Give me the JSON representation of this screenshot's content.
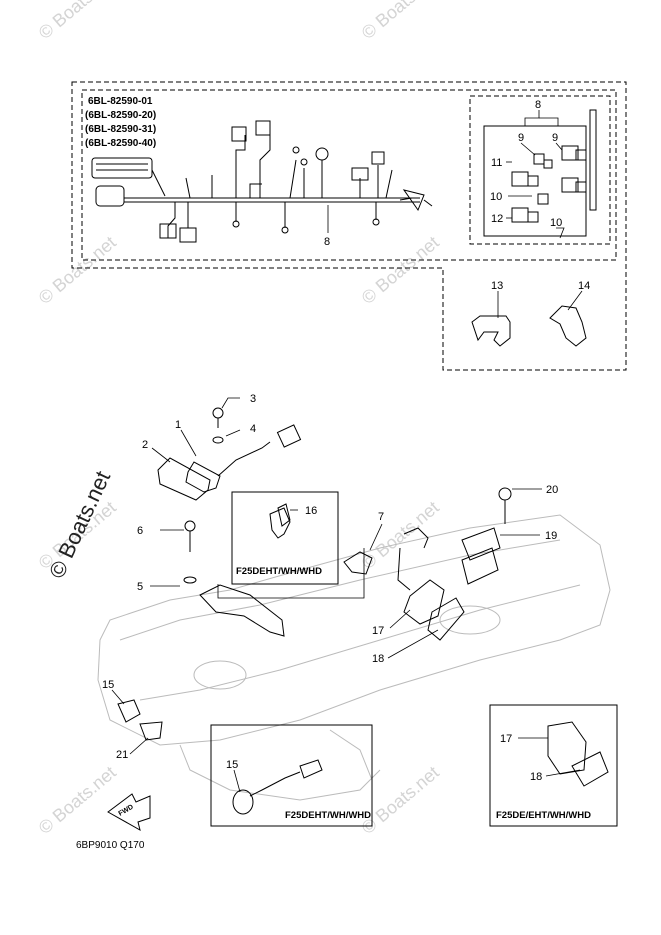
{
  "watermark": {
    "text": "© Boats.net",
    "side_text": "© Boats.net"
  },
  "kit": {
    "part_numbers": [
      "6BL-82590-01",
      "(6BL-82590-20)",
      "(6BL-82590-31)",
      "(6BL-82590-40)"
    ]
  },
  "callouts": {
    "c1": "1",
    "c2": "2",
    "c3": "3",
    "c4": "4",
    "c5": "5",
    "c6": "6",
    "c7": "7",
    "c8": "8",
    "c8b": "8",
    "c9a": "9",
    "c9b": "9",
    "c10a": "10",
    "c10b": "10",
    "c11": "11",
    "c12": "12",
    "c13": "13",
    "c14": "14",
    "c15": "15",
    "c15b": "15",
    "c16": "16",
    "c17": "17",
    "c17b": "17",
    "c18": "18",
    "c18b": "18",
    "c19": "19",
    "c20": "20",
    "c21": "21"
  },
  "models": {
    "switch_inset": "F25DEHT/WH/WHD",
    "sender_inset": "F25DEHT/WH/WHD",
    "grommet_inset": "F25DE/EHT/WH/WHD"
  },
  "fwd_label": "FWD",
  "figure_code": "6BP9010 Q170"
}
